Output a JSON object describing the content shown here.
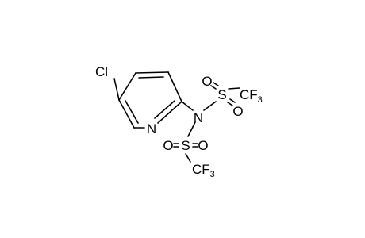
{
  "molecule": {
    "atoms": {
      "chlorine": "Cl",
      "ring_nitrogen": "N",
      "amine_nitrogen": "N",
      "sulfur_top": "S",
      "sulfur_bottom": "S",
      "oxygen_top_left": "O",
      "oxygen_top_right": "O",
      "oxygen_bottom_left": "O",
      "oxygen_bottom_right": "O",
      "cf3_top": {
        "base": "CF",
        "subscript": "3"
      },
      "cf3_bottom": {
        "base": "CF",
        "subscript": "3"
      }
    }
  }
}
